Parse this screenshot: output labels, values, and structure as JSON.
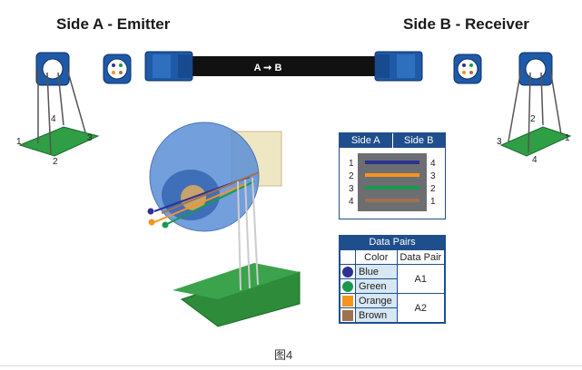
{
  "titles": {
    "side_a": "Side A - Emitter",
    "side_b": "Side B - Receiver"
  },
  "cable_label": "A ➞ B",
  "left_board_pins": [
    "1",
    "2",
    "3",
    "4"
  ],
  "right_board_pins": [
    "1",
    "2",
    "3",
    "4"
  ],
  "pinout": {
    "headers": [
      "Side A",
      "Side B"
    ],
    "side_a_pins": [
      "1",
      "2",
      "3",
      "4"
    ],
    "side_b_pins": [
      "4",
      "3",
      "2",
      "1"
    ]
  },
  "pairs": {
    "title": "Data Pairs",
    "col_color": "Color",
    "col_pair": "Data Pair",
    "colors": [
      "Blue",
      "Green",
      "Orange",
      "Brown"
    ],
    "pair_names": [
      "A1",
      "A2"
    ]
  },
  "caption": "图4",
  "palette": {
    "blue": "#2e3192",
    "green": "#1a9850",
    "orange": "#f7941d",
    "brown": "#a0714f",
    "accent": "#1f4e8c"
  }
}
